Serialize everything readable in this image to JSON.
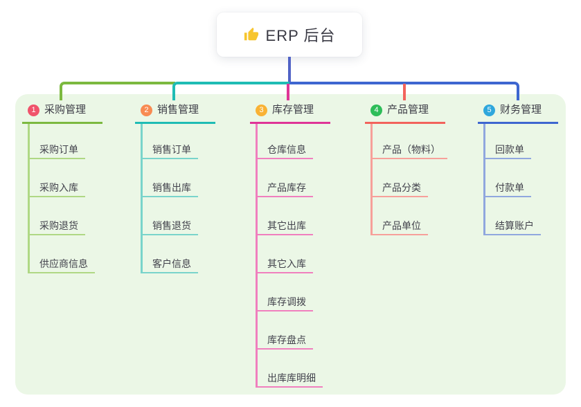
{
  "root": {
    "icon": "thumbs-up",
    "title": "ERP 后台"
  },
  "branches": [
    {
      "num": "1",
      "label": "采购管理",
      "children": [
        "采购订单",
        "采购入库",
        "采购退货",
        "供应商信息"
      ]
    },
    {
      "num": "2",
      "label": "销售管理",
      "children": [
        "销售订单",
        "销售出库",
        "销售退货",
        "客户信息"
      ]
    },
    {
      "num": "3",
      "label": "库存管理",
      "children": [
        "仓库信息",
        "产品库存",
        "其它出库",
        "其它入库",
        "库存调拨",
        "库存盘点",
        "出库库明细"
      ]
    },
    {
      "num": "4",
      "label": "产品管理",
      "children": [
        "产品（物料）",
        "产品分类",
        "产品单位"
      ]
    },
    {
      "num": "5",
      "label": "财务管理",
      "children": [
        "回款单",
        "付款单",
        "结算账户"
      ]
    }
  ],
  "palette": {
    "panel_bg": "#ebf7e6",
    "trunk_line": "#5163c6",
    "branch1_line": "#7cb93f",
    "branch1_light": "#afd884",
    "branch1_badge": "#f0536b",
    "branch2_line": "#1fbcb4",
    "branch2_light": "#79d4cb",
    "branch2_badge": "#f88b52",
    "branch3_line": "#df3597",
    "branch3_light": "#f07fbe",
    "branch3_badge": "#f9b234",
    "branch4_line": "#f2635c",
    "branch4_light": "#f7a09a",
    "branch4_badge": "#2ebd59",
    "branch5_line": "#3e66d0",
    "branch5_light": "#90a7de",
    "branch5_badge": "#2fa7dc",
    "icon_color": "#f7c52e"
  }
}
